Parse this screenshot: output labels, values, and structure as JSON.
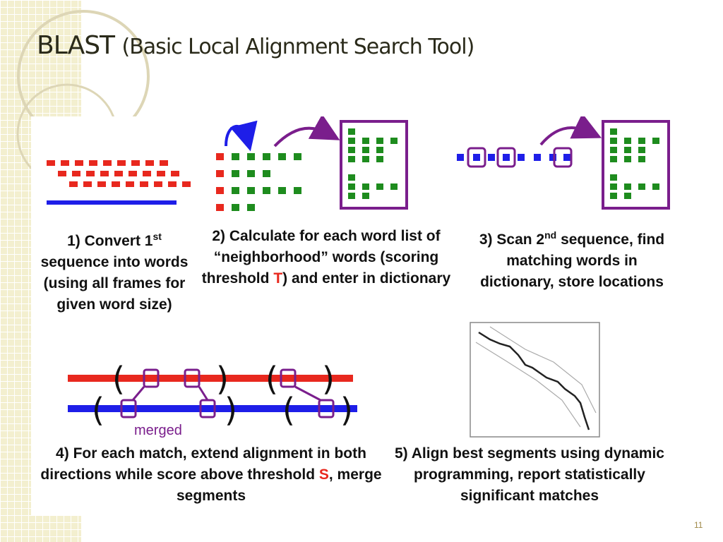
{
  "slide": {
    "title_main": "BLAST",
    "title_sub": "(Basic Local Alignment Search Tool)",
    "page_number": "11"
  },
  "steps": [
    {
      "num": "1)",
      "text_a": "Convert 1",
      "sup": "st",
      "text_b": "sequence into words (using all frames for given word size)"
    },
    {
      "num": "2)",
      "text_a": "Calculate for each word list of “neighborhood” words (scoring threshold ",
      "highlight": "T",
      "text_b": ") and enter in dictionary"
    },
    {
      "num": "3)",
      "text_a": "Scan 2",
      "sup": "nd",
      "text_b": " sequence, find matching words in dictionary, store locations"
    },
    {
      "num": "4)",
      "text_a": "For each match, extend alignment in both directions while score above threshold ",
      "highlight": "S",
      "text_b": ", merge segments"
    },
    {
      "num": "5)",
      "text_a": "Align best segments using dynamic programming, report statistically significant matches"
    }
  ],
  "labels": {
    "merged": "merged"
  },
  "colors": {
    "red": "#e8281e",
    "green": "#1e8c1e",
    "blue": "#1e1ee8",
    "purple": "#7a1e8c",
    "bracket": "#111111"
  }
}
